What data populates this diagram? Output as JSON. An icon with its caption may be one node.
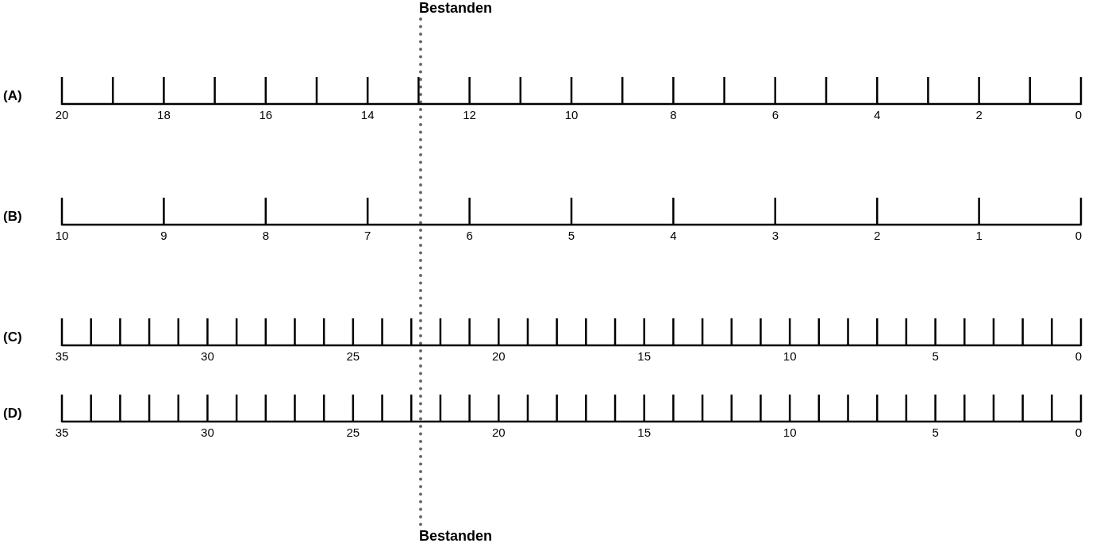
{
  "diagram": {
    "labels": [
      "Bestanden",
      "(A)",
      "20",
      "18",
      "16",
      "14",
      "12",
      "10",
      "8",
      "6",
      "4",
      "2",
      "0",
      "(B)",
      "10",
      "9",
      "8",
      "7",
      "6",
      "5",
      "4",
      "3",
      "2",
      "1",
      "0",
      "(C)",
      "35",
      "30",
      "25",
      "20",
      "15",
      "10",
      "5",
      "0",
      "(D)",
      "35",
      "30",
      "25",
      "20",
      "15",
      "10",
      "5",
      "0",
      "Bestanden"
    ]
  }
}
